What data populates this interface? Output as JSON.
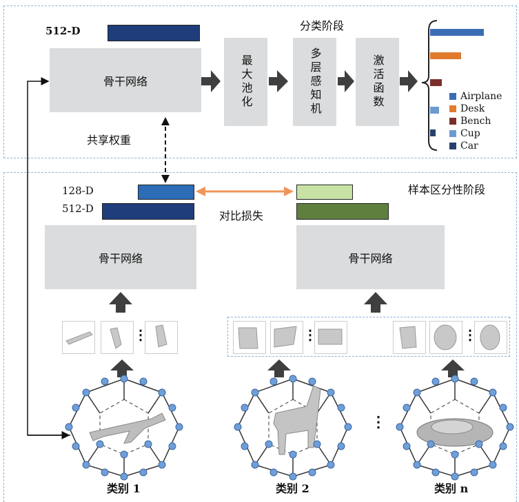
{
  "classification_stage": {
    "title": "分类阶段",
    "feature_label": "512-D",
    "backbone": "骨干网络",
    "maxpool": "最大池化",
    "mlp": "多层感知机",
    "activation": "激活函数",
    "shared_weights": "共享权重",
    "output_bars": [
      {
        "class": "Airplane",
        "value": 1.0,
        "color": "#3a6db5"
      },
      {
        "class": "Desk",
        "value": 0.58,
        "color": "#e07b2e"
      },
      {
        "class": "Bench",
        "value": 0.22,
        "color": "#7b2f2b"
      },
      {
        "class": "Cup",
        "value": 0.17,
        "color": "#6d9bd1"
      },
      {
        "class": "Car",
        "value": 0.1,
        "color": "#27406b"
      }
    ]
  },
  "legend": [
    "Airplane",
    "Desk",
    "Bench",
    "Cup",
    "Car"
  ],
  "discrimination_stage": {
    "title": "样本区分性阶段",
    "label_128": "128-D",
    "label_512": "512-D",
    "contrastive_loss": "对比损失",
    "backbone_left": "骨干网络",
    "backbone_right": "骨干网络"
  },
  "categories": [
    "类别 1",
    "类别 2",
    "类别 n"
  ],
  "ellipsis": "⋮",
  "colors": {
    "panel_border": "#8fb0d4",
    "box_gray": "#dadcdd",
    "dark_blue": "#1f3d7a",
    "mid_blue": "#2d6cb6",
    "light_green": "#c6e3a5",
    "dark_green": "#5f7f3e",
    "orange": "#f0955a",
    "node_blue": "#6f9fd8"
  }
}
